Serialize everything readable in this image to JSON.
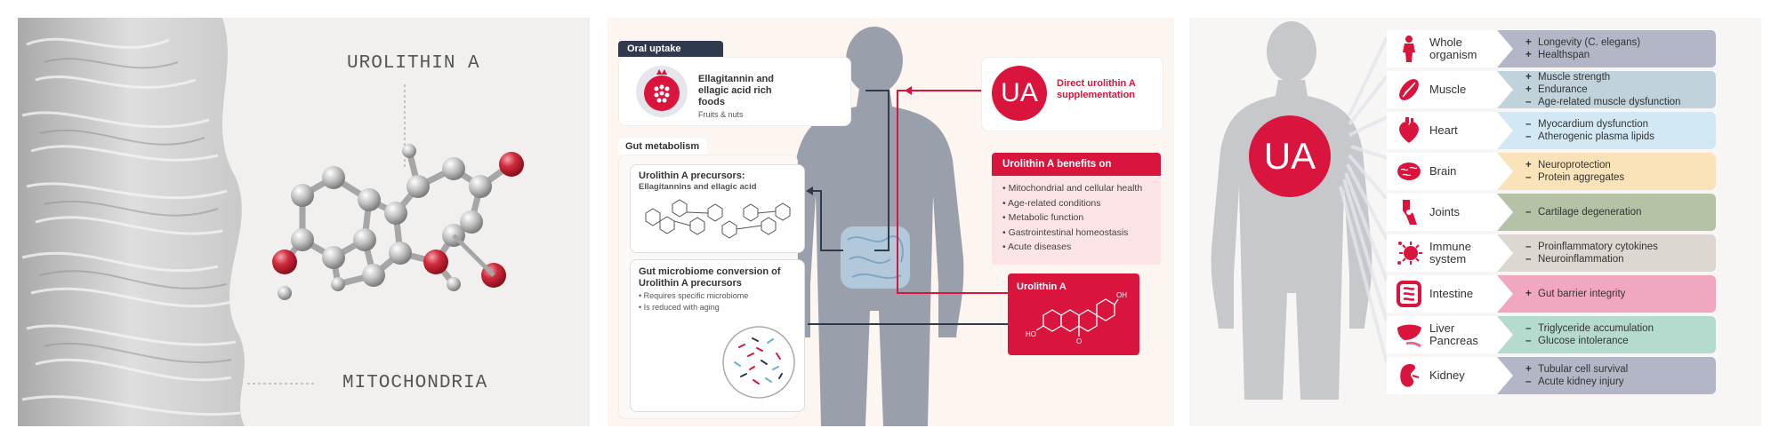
{
  "panel1": {
    "title": "UROLITHIN A",
    "bottom_label": "MITOCHONDRIA",
    "colors": {
      "atom_oxygen": "#c9283a",
      "atom_carbon": "#bdbdbd",
      "background": "#f1f0ee"
    }
  },
  "panel2": {
    "oral_tab": "Oral uptake",
    "food_title": "Ellagitannin and ellagic acid rich foods",
    "food_sub": "Fruits & nuts",
    "ua_badge": "UA",
    "direct_label": "Direct urolithin A supplementation",
    "gut_tab": "Gut metabolism",
    "precursors_title": "Urolithin A precursors:",
    "precursors_sub": "Ellagitannins and ellagic acid",
    "conversion_title": "Gut microbiome conversion of Urolithin A precursors",
    "conversion_bullets": [
      "Requires specific microbiome",
      "Is reduced with aging"
    ],
    "benefits_header": "Urolithin A benefits on",
    "benefits": [
      "Mitochondrial and cellular health",
      "Age-related conditions",
      "Metabolic function",
      "Gastrointestinal homeostasis",
      "Acute diseases"
    ],
    "molecule_label": "Urolithin A",
    "oh_top": "OH",
    "oh_left": "HO",
    "oxy_label": "O",
    "colors": {
      "accent": "#d9143d",
      "navy": "#2f3a4f",
      "body": "#9aa0ab",
      "benefits_bg": "#fbe3e6"
    }
  },
  "panel3": {
    "ua_badge": "UA",
    "rows": [
      {
        "name": "Whole organism",
        "icon": "human-figure-icon",
        "color": "#b2b6c6",
        "effects": [
          {
            "sign": "+",
            "text": "Longevity (C. elegans)"
          },
          {
            "sign": "+",
            "text": "Healthspan"
          }
        ]
      },
      {
        "name": "Muscle",
        "icon": "muscle-icon",
        "color": "#c0d2dc",
        "effects": [
          {
            "sign": "+",
            "text": "Muscle strength"
          },
          {
            "sign": "+",
            "text": "Endurance"
          },
          {
            "sign": "–",
            "text": "Age-related muscle dysfunction"
          }
        ]
      },
      {
        "name": "Heart",
        "icon": "heart-icon",
        "color": "#d3e8f5",
        "effects": [
          {
            "sign": "–",
            "text": "Myocardium dysfunction"
          },
          {
            "sign": "–",
            "text": "Atherogenic plasma lipids"
          }
        ]
      },
      {
        "name": "Brain",
        "icon": "brain-icon",
        "color": "#fbe3b9",
        "effects": [
          {
            "sign": "+",
            "text": "Neuroprotection"
          },
          {
            "sign": "–",
            "text": "Protein aggregates"
          }
        ]
      },
      {
        "name": "Joints",
        "icon": "joint-icon",
        "color": "#b5c2a6",
        "effects": [
          {
            "sign": "–",
            "text": "Cartilage degeneration"
          }
        ]
      },
      {
        "name": "Immune system",
        "icon": "virus-icon",
        "color": "#dcd7d0",
        "effects": [
          {
            "sign": "–",
            "text": "Proinflammatory cytokines"
          },
          {
            "sign": "–",
            "text": "Neuroinflammation"
          }
        ]
      },
      {
        "name": "Intestine",
        "icon": "intestine-icon",
        "color": "#f1a7bf",
        "effects": [
          {
            "sign": "+",
            "text": "Gut barrier integrity"
          }
        ]
      },
      {
        "name": "Liver Pancreas",
        "icon": "liver-icon",
        "color": "#b4dbcd",
        "effects": [
          {
            "sign": "–",
            "text": "Triglyceride accumulation"
          },
          {
            "sign": "–",
            "text": "Glucose intolerance"
          }
        ]
      },
      {
        "name": "Kidney",
        "icon": "kidney-icon",
        "color": "#b2b6c6",
        "effects": [
          {
            "sign": "+",
            "text": "Tubular cell survival"
          },
          {
            "sign": "–",
            "text": "Acute kidney injury"
          }
        ]
      }
    ],
    "colors": {
      "accent": "#d9143d",
      "silhouette": "#c6c8cc"
    }
  }
}
